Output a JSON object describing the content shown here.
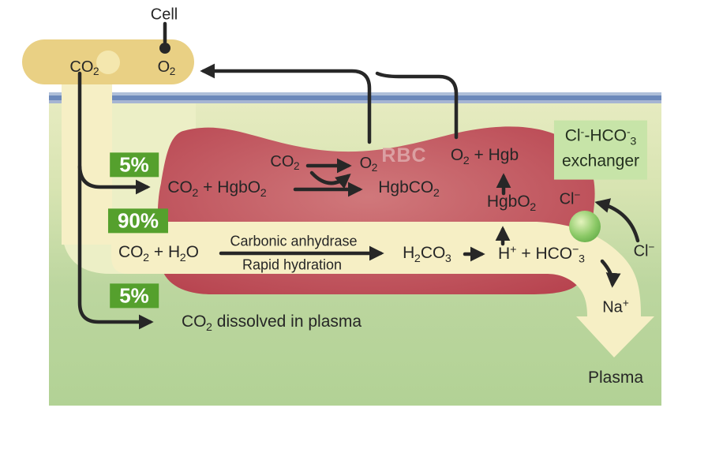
{
  "cell_compartment": {
    "label": "Cell",
    "co2": "CO~2~",
    "o2": "O~2~"
  },
  "pathways": {
    "carbamino_pct": "5%",
    "bicarbonate_pct": "90%",
    "dissolved_pct": "5%"
  },
  "rbc": {
    "watermark": "RBC",
    "carbamino_reactants": "CO~2~ + HgbO~2~",
    "co2_released": "CO~2~",
    "o2_released": "O~2~",
    "carbamino_product": "HgbCO~2~",
    "oxy_product": "O~2~ + Hgb",
    "oxyhemoglobin": "HgbO~2~"
  },
  "bicarbonate_reaction": {
    "reactants": "CO~2~ + H~2~O",
    "enzyme": "Carbonic anhydrase",
    "process": "Rapid hydration",
    "intermediate": "H~2~CO~3~",
    "products": "H^+^ + HCO^−^~3~"
  },
  "exchanger": {
    "title_line1": "Cl^-^-HCO^-^~3~",
    "title_line2": "exchanger",
    "cl_inside": "Cl^−^",
    "cl_outside": "Cl^−^",
    "na": "Na^+^"
  },
  "plasma": {
    "label": "Plasma",
    "dissolved_text": "CO~2~ dissolved in plasma"
  },
  "colors": {
    "pathway_green": "#55a02d",
    "exchanger_bg": "#c7e4a8",
    "rbc_red": "#bb4450",
    "duct_yellow": "#f6efc5",
    "duct_pale": "#ecefc6",
    "membrane_blue": "#6c89bb",
    "plasma_green": "#b4d29a",
    "pill_yellow": "#e9d084",
    "sphere_green": "#7cc258",
    "arrow_black": "#272727"
  }
}
